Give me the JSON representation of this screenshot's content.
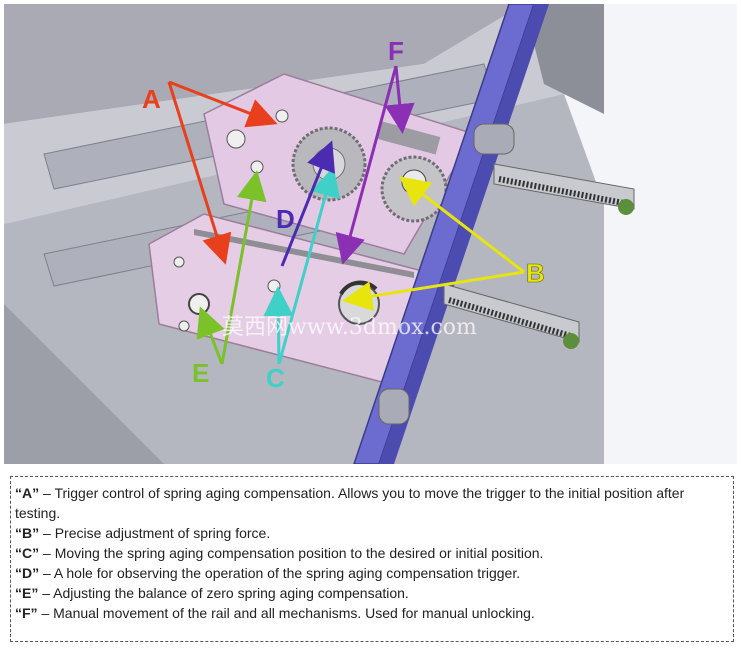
{
  "figure": {
    "callouts": [
      {
        "id": "A",
        "label": "A",
        "color": "#e8401c"
      },
      {
        "id": "B",
        "label": "B",
        "color": "#e8e40e"
      },
      {
        "id": "C",
        "label": "C",
        "color": "#3fd0c8"
      },
      {
        "id": "D",
        "label": "D",
        "color": "#4b2bb0"
      },
      {
        "id": "E",
        "label": "E",
        "color": "#7ac12a"
      },
      {
        "id": "F",
        "label": "F",
        "color": "#8b2fb5"
      }
    ],
    "watermark": "莫西网www.3dmox.com"
  },
  "legend": {
    "items": [
      {
        "key": "“A”",
        "text": " – Trigger control of spring aging compensation. Allows you to move the trigger to the initial position after testing."
      },
      {
        "key": "“B”",
        "text": " – Precise adjustment of spring force."
      },
      {
        "key": "“C”",
        "text": " – Moving the spring aging compensation position to the desired or initial position."
      },
      {
        "key": "“D”",
        "text": " – A hole for observing the operation of the spring aging compensation trigger."
      },
      {
        "key": "“E”",
        "text": " – Adjusting the balance of zero spring aging compensation."
      },
      {
        "key": "“F”",
        "text": " – Manual movement of the rail and all mechanisms. Used for manual unlocking."
      }
    ]
  }
}
